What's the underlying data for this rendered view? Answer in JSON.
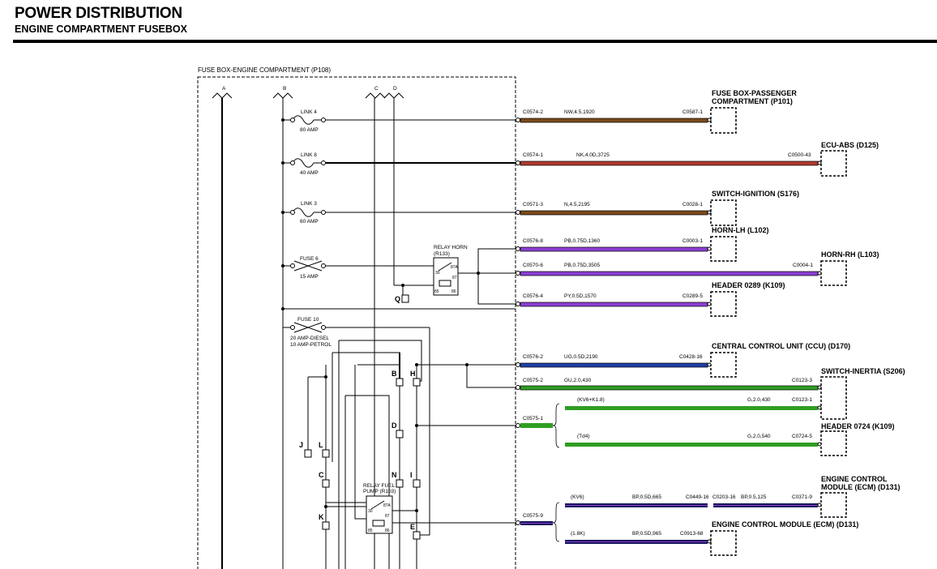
{
  "header": {
    "title": "POWER DISTRIBUTION",
    "subtitle": "ENGINE COMPARTMENT FUSEBOX"
  },
  "fusebox": {
    "label": "FUSE BOX-ENGINE COMPARTMENT (P108)",
    "bus_a": "A",
    "bus_b": "B",
    "bus_c": "C",
    "bus_d": "D"
  },
  "fuses": {
    "link4": {
      "name": "LINK 4",
      "rating": "80 AMP"
    },
    "link8": {
      "name": "LINK 8",
      "rating": "40 AMP"
    },
    "link3": {
      "name": "LINK 3",
      "rating": "60 AMP"
    },
    "fuse6": {
      "name": "FUSE 6",
      "rating": "15 AMP"
    },
    "fuse10": {
      "name": "FUSE 10",
      "rating_diesel": "20 AMP-DIESEL",
      "rating_petrol": "10 AMP-PETROL"
    }
  },
  "relays": {
    "horn": {
      "name": "RELAY HORN",
      "code": "(R133)",
      "p30": "30",
      "p87a": "87A",
      "p87": "87",
      "p85": "85",
      "p86": "86"
    },
    "fuel": {
      "name": "RELAY FUEL",
      "name2": "PUMP (R103)",
      "p30": "30",
      "p87a": "87A",
      "p87": "87",
      "p85": "85",
      "p86": "86"
    }
  },
  "pins": {
    "q": "Q",
    "b": "B",
    "h": "H",
    "d": "D",
    "j": "J",
    "l": "L",
    "c": "C",
    "n": "N",
    "i": "I",
    "k": "K",
    "e": "E"
  },
  "wires": {
    "w1": {
      "from": "C0574-2",
      "spec": "NW,4.5,1920",
      "to": "C0587-1"
    },
    "w2": {
      "from": "C0574-1",
      "spec": "NK,4.0D,3725",
      "to": "C0500-43"
    },
    "w3": {
      "from": "C0571-3",
      "spec": "N,4.5,2195",
      "to": "C0028-1"
    },
    "w4": {
      "from": "C0576-8",
      "spec": "PB,0.75D,1360",
      "to": "C0003-1"
    },
    "w5": {
      "from": "C0570-6",
      "spec": "PB,0.75D,3505",
      "to": "C0004-1"
    },
    "w6": {
      "from": "C0576-4",
      "spec": "PY,0.5D,1570",
      "to": "C0289-5"
    },
    "w7": {
      "from": "C0576-2",
      "spec": "UG,0.5D,2190",
      "to": "C0428-16"
    },
    "w8": {
      "from": "C0575-2",
      "spec": "GU,2.0,430",
      "to": "C0123-3"
    },
    "w9": {
      "from": "C0575-1",
      "variant_a": "(KV6+K1.8)",
      "spec_a": "G,2.0,430",
      "to_a": "C0123-1",
      "variant_b": "(Td4)",
      "spec_b": "G,2.0,540",
      "to_b": "C0724-5"
    },
    "w10": {
      "from": "C0575-9",
      "variant_a": "(KV6)",
      "spec_a": "BP,0.5D,665",
      "to_a": "C0449-16",
      "splice_a": "C0203-16",
      "spec_a2": "BP,0.5,125",
      "to_a2": "C0371-9",
      "variant_b": "(1.8K)",
      "spec_b": "BP,0.5D,965",
      "to_b": "C0913-68"
    }
  },
  "components": {
    "fb_pass_1": "FUSE BOX-PASSENGER",
    "fb_pass_2": "COMPARTMENT (P101)",
    "ecu_abs": "ECU-ABS (D125)",
    "switch_ign": "SWITCH-IGNITION (S176)",
    "horn_lh": "HORN-LH (L102)",
    "horn_rh": "HORN-RH (L103)",
    "header_0289": "HEADER 0289 (K109)",
    "ccu": "CENTRAL CONTROL UNIT (CCU) (D170)",
    "switch_inertia": "SWITCH-INERTIA (S206)",
    "header_0724": "HEADER 0724 (K109)",
    "ecm_1": "ENGINE CONTROL",
    "ecm_2": "MODULE (ECM) (D131)",
    "ecm_full": "ENGINE CONTROL MODULE (ECM) (D131)"
  },
  "colors": {
    "brown": "#7a4a1c",
    "red": "#b03a2e",
    "purple": "#8a3fd1",
    "blue": "#1f3fa8",
    "green": "#2f9e22",
    "dark_blue": "#14145a"
  }
}
